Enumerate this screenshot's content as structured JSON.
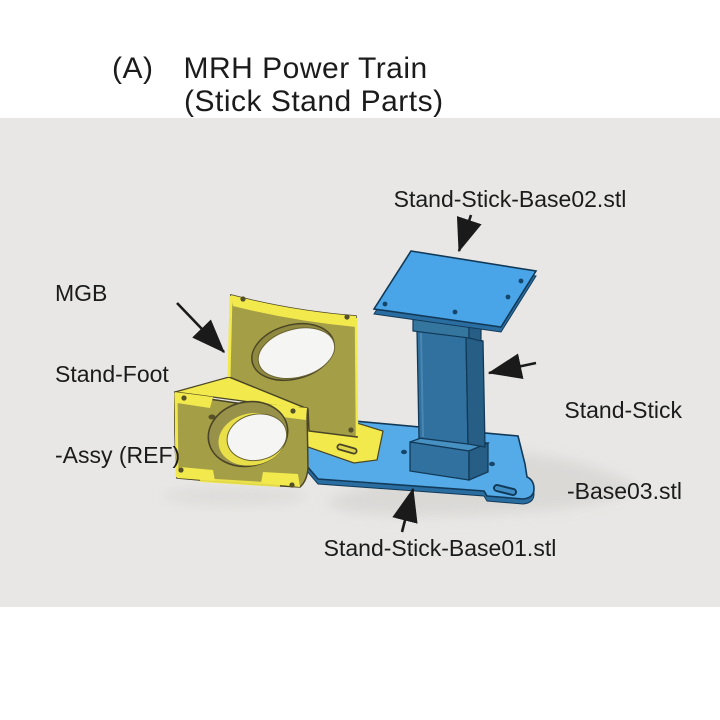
{
  "title": {
    "index": "(A)",
    "line1": "MRH Power Train",
    "line2": "(Stick Stand Parts)"
  },
  "callouts": {
    "base02": {
      "label": "Stand-Stick-Base02.stl"
    },
    "base03": {
      "line1": "Stand-Stick",
      "line2": "-Base03.stl"
    },
    "base01": {
      "label": "Stand-Stick-Base01.stl"
    },
    "mgb": {
      "line1": "MGB",
      "line2": "Stand-Foot",
      "line3": "-Assy (REF)"
    }
  },
  "colors": {
    "background": "#ffffff",
    "stage": "#e8e7e5",
    "text": "#1b1b1b",
    "arrow": "#1a1a1a",
    "blue_plate_top": "#49a5e8",
    "blue_plate_base": "#55abe8",
    "blue_edge": "#2a6da1",
    "blue_column_front": "#31719f",
    "blue_column_side": "#275e86",
    "blue_boss_top": "#4690c2",
    "blue_outline": "#123a58",
    "blue_hole": "#16456b",
    "yellow_bright": "#f2e94d",
    "yellow_face": "#a49e46",
    "yellow_dark": "#8f8940",
    "yellow_outline": "#4a4526",
    "hole_fill": "#f5f5f3",
    "shadow": "#d8d7d4"
  }
}
